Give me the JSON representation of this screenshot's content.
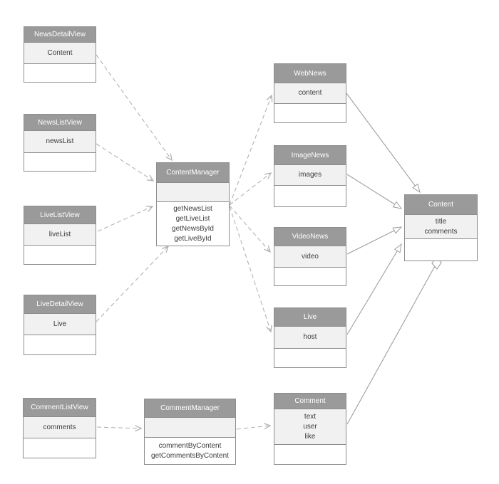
{
  "diagram": {
    "type": "uml-class-diagram",
    "colors": {
      "header_bg": "#9a9a9a",
      "attr_section_bg": "#f1f1f1",
      "box_border": "#8d8d8d",
      "dashed_line": "#b3b3b3",
      "solid_line": "#9e9e9e",
      "header_text": "#ffffff",
      "body_text": "#3c3c3c"
    },
    "classes": [
      {
        "name": "NewsDetailView",
        "attributes": [
          "Content"
        ],
        "methods": []
      },
      {
        "name": "NewsListView",
        "attributes": [
          "newsList"
        ],
        "methods": []
      },
      {
        "name": "LiveListView",
        "attributes": [
          "liveList"
        ],
        "methods": []
      },
      {
        "name": "LiveDetailView",
        "attributes": [
          "Live"
        ],
        "methods": []
      },
      {
        "name": "CommentListView",
        "attributes": [
          "comments"
        ],
        "methods": []
      },
      {
        "name": "ContentManager",
        "attributes": [],
        "methods": [
          "getNewsList",
          "getLiveList",
          "getNewsById",
          "getLiveById"
        ]
      },
      {
        "name": "CommentManager",
        "attributes": [],
        "methods": [
          "commentByContent",
          "getCommentsByContent"
        ]
      },
      {
        "name": "WebNews",
        "attributes": [
          "content"
        ],
        "methods": []
      },
      {
        "name": "ImageNews",
        "attributes": [
          "images"
        ],
        "methods": []
      },
      {
        "name": "VideoNews",
        "attributes": [
          "video"
        ],
        "methods": []
      },
      {
        "name": "Live",
        "attributes": [
          "host"
        ],
        "methods": []
      },
      {
        "name": "Comment",
        "attributes": [
          "text",
          "user",
          "like"
        ],
        "methods": []
      },
      {
        "name": "Content",
        "attributes": [
          "title",
          "comments"
        ],
        "methods": []
      }
    ],
    "relationships": [
      {
        "from": "NewsDetailView",
        "to": "ContentManager",
        "type": "dependency",
        "line": "dashed-open-arrow"
      },
      {
        "from": "NewsListView",
        "to": "ContentManager",
        "type": "dependency",
        "line": "dashed-open-arrow"
      },
      {
        "from": "LiveListView",
        "to": "ContentManager",
        "type": "dependency",
        "line": "dashed-open-arrow"
      },
      {
        "from": "LiveDetailView",
        "to": "ContentManager",
        "type": "dependency",
        "line": "dashed-open-arrow"
      },
      {
        "from": "ContentManager",
        "to": "WebNews",
        "type": "dependency",
        "line": "dashed-open-arrow"
      },
      {
        "from": "ContentManager",
        "to": "ImageNews",
        "type": "dependency",
        "line": "dashed-open-arrow"
      },
      {
        "from": "ContentManager",
        "to": "VideoNews",
        "type": "dependency",
        "line": "dashed-open-arrow"
      },
      {
        "from": "ContentManager",
        "to": "Live",
        "type": "dependency",
        "line": "dashed-open-arrow"
      },
      {
        "from": "CommentListView",
        "to": "CommentManager",
        "type": "dependency",
        "line": "dashed-open-arrow"
      },
      {
        "from": "CommentManager",
        "to": "Comment",
        "type": "dependency",
        "line": "dashed-open-arrow"
      },
      {
        "from": "WebNews",
        "to": "Content",
        "type": "generalization",
        "line": "solid-hollow-triangle"
      },
      {
        "from": "ImageNews",
        "to": "Content",
        "type": "generalization",
        "line": "solid-hollow-triangle"
      },
      {
        "from": "VideoNews",
        "to": "Content",
        "type": "generalization",
        "line": "solid-hollow-triangle"
      },
      {
        "from": "Live",
        "to": "Content",
        "type": "generalization",
        "line": "solid-hollow-triangle"
      },
      {
        "from": "Comment",
        "to": "Content",
        "type": "aggregation",
        "line": "solid-hollow-diamond-at-content"
      }
    ]
  }
}
